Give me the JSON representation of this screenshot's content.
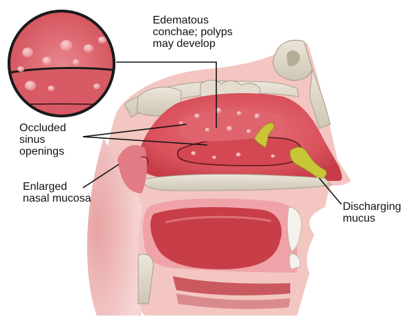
{
  "diagram": {
    "labels": {
      "edematous_conchae": "Edematous\nconchae; polyps\nmay develop",
      "occluded_sinus": "Occluded\nsinus\nopenings",
      "enlarged_mucosa": "Enlarged\nnasal mucosa",
      "discharging_mucus": "Discharging\nmucus"
    },
    "colors": {
      "mucosa": "#d9525c",
      "mucosa_light": "#e9838a",
      "polyp": "#f0a7ac",
      "bone": "#ddd7c9",
      "bone_shadow": "#b9b19f",
      "mucus": "#c8c537",
      "tongue": "#c83e48",
      "skin": "#f3c2c0",
      "leader_line": "#111111"
    },
    "icons": [
      "magnifier-inset"
    ]
  }
}
